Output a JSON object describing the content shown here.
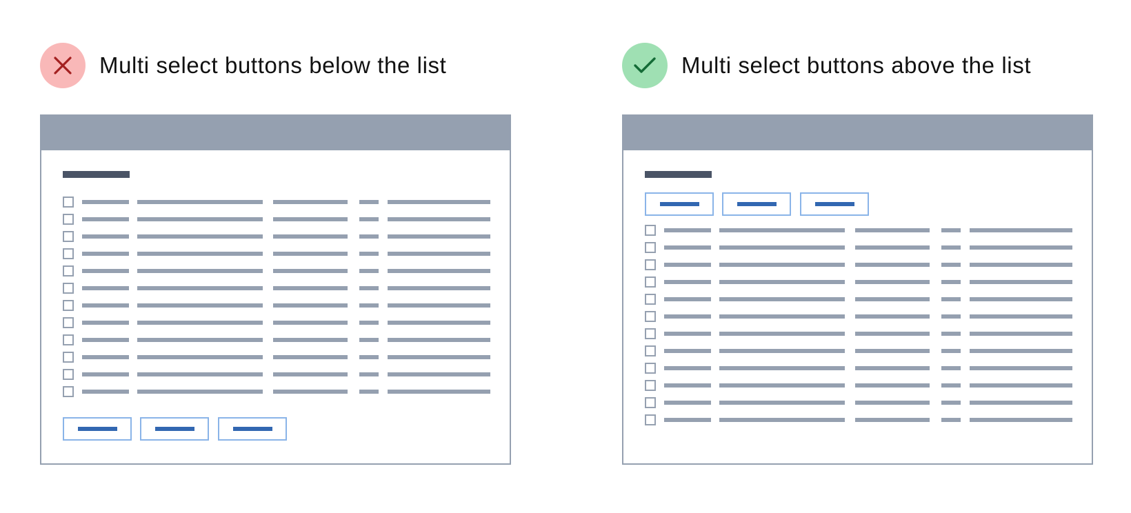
{
  "colors": {
    "bad_badge": "#f9b8b8",
    "bad_icon": "#a32020",
    "good_badge": "#9fe0b3",
    "good_icon": "#136b36",
    "frame": "#95a0b0",
    "title_bar": "#4a5466",
    "button_border": "#8ab4e8",
    "button_line": "#3267b1"
  },
  "bad_example": {
    "icon": "close-icon",
    "label": "Multi select buttons below the list",
    "row_count": 12,
    "button_count": 3
  },
  "good_example": {
    "icon": "checkmark-icon",
    "label": "Multi select buttons above the list",
    "row_count": 12,
    "button_count": 3
  }
}
